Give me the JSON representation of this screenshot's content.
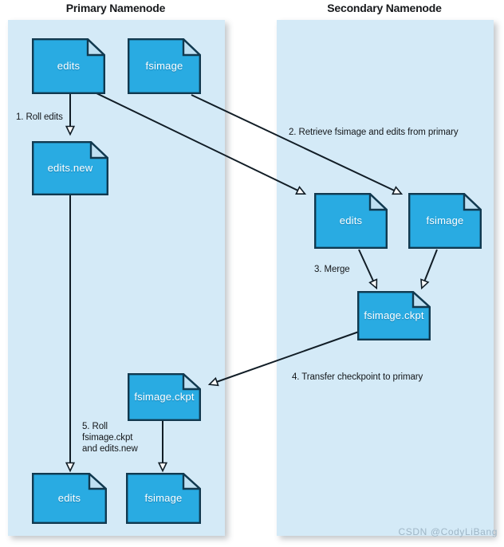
{
  "panels": {
    "primary": {
      "title": "Primary Namenode"
    },
    "secondary": {
      "title": "Secondary Namenode"
    }
  },
  "nodes": {
    "p_edits_top": {
      "label": "edits"
    },
    "p_fsimage_top": {
      "label": "fsimage"
    },
    "p_edits_new": {
      "label": "edits.new"
    },
    "p_fsimage_ckpt": {
      "label": "fsimage.ckpt"
    },
    "p_edits_bottom": {
      "label": "edits"
    },
    "p_fsimage_bottom": {
      "label": "fsimage"
    },
    "s_edits": {
      "label": "edits"
    },
    "s_fsimage": {
      "label": "fsimage"
    },
    "s_fsimage_ckpt": {
      "label": "fsimage.ckpt"
    }
  },
  "steps": {
    "step1": "1. Roll edits",
    "step2": "2. Retrieve fsimage and edits from primary",
    "step3": "3. Merge",
    "step4": "4. Transfer checkpoint to primary",
    "step5": "5. Roll\nfsimage.ckpt\nand edits.new"
  },
  "watermark": "CSDN @CodyLiBang",
  "colors": {
    "panel_bg": "#d4eaf7",
    "doc_fill": "#29abe2",
    "doc_stroke": "#11394f",
    "doc_fold": "#bfe0f2",
    "line": "#111d26",
    "arrow_fill": "#ffffff",
    "title_text": "#17191c",
    "label_text": "#ffffff"
  }
}
